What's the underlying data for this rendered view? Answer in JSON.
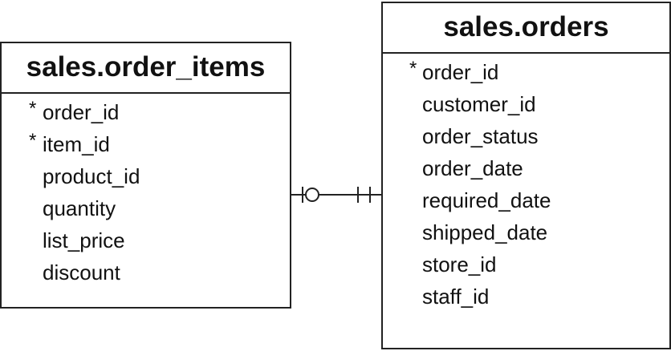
{
  "entities": {
    "order_items": {
      "title": "sales.order_items",
      "attributes": [
        {
          "name": "order_id",
          "key_marker": "*"
        },
        {
          "name": "item_id",
          "key_marker": "*"
        },
        {
          "name": "product_id",
          "key_marker": ""
        },
        {
          "name": "quantity",
          "key_marker": ""
        },
        {
          "name": "list_price",
          "key_marker": ""
        },
        {
          "name": "discount",
          "key_marker": ""
        }
      ]
    },
    "orders": {
      "title": "sales.orders",
      "attributes": [
        {
          "name": "order_id",
          "key_marker": "*"
        },
        {
          "name": "customer_id",
          "key_marker": ""
        },
        {
          "name": "order_status",
          "key_marker": ""
        },
        {
          "name": "order_date",
          "key_marker": ""
        },
        {
          "name": "required_date",
          "key_marker": ""
        },
        {
          "name": "shipped_date",
          "key_marker": ""
        },
        {
          "name": "store_id",
          "key_marker": ""
        },
        {
          "name": "staff_id",
          "key_marker": ""
        }
      ]
    }
  },
  "relationship": {
    "from": "sales.order_items",
    "to": "sales.orders",
    "from_cardinality": "zero-or-one",
    "to_cardinality": "exactly-one"
  },
  "colors": {
    "line": "#222222",
    "text": "#111111",
    "background": "#ffffff"
  }
}
